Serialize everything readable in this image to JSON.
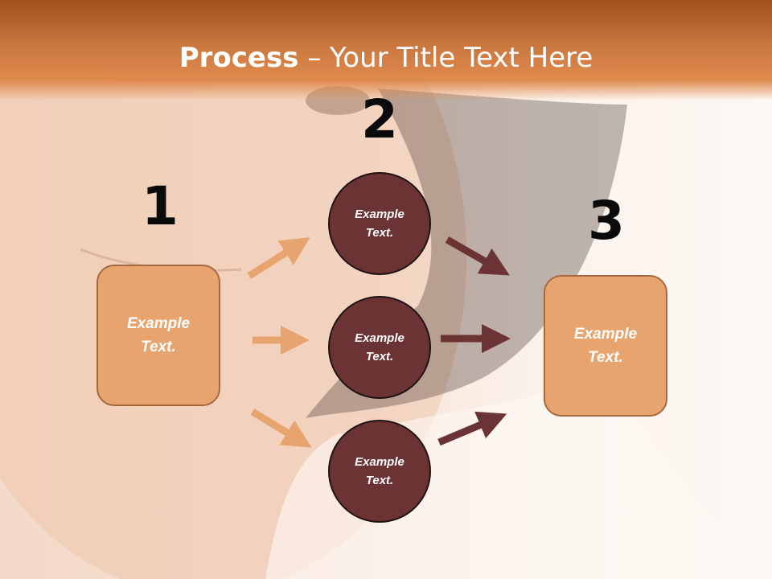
{
  "title": {
    "strong": "Process",
    "rest": " – Your Title Text Here"
  },
  "steps": [
    {
      "number": "1",
      "line1": "Example",
      "line2": "Text."
    },
    {
      "number": "2",
      "items": [
        {
          "line1": "Example",
          "line2": "Text."
        },
        {
          "line1": "Example",
          "line2": "Text."
        },
        {
          "line1": "Example",
          "line2": "Text."
        }
      ]
    },
    {
      "number": "3",
      "line1": "Example",
      "line2": "Text."
    }
  ],
  "colors": {
    "header": "#c9773f",
    "box": "#e8a46f",
    "circle": "#6b3333",
    "arrow_light": "#e8a46f",
    "arrow_dark": "#6b3333"
  }
}
